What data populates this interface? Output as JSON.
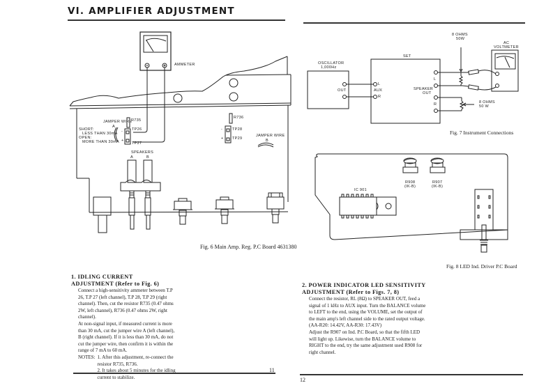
{
  "left_page": {
    "heading": "VI.  AMPLIFIER ADJUSTMENT",
    "fig6": {
      "labels": {
        "ammeter": "AMMETER",
        "jumper_wire_a": "JAMPER WIRE",
        "jumper_a_letter": "A",
        "r735": "R735",
        "short": "SHORT:",
        "less_than": "LESS THAN 30mA",
        "open": "OPEN:",
        "more_than": "MORE THAN 30mA",
        "tp26": "TP26",
        "tp27": "TP27",
        "minus": "-",
        "plus": "+",
        "speakers": "SPEAKERS",
        "speaker_a": "A",
        "speaker_b": "B",
        "r736": "R736",
        "tp28": "TP28",
        "tp29": "TP29",
        "jumper_wire_b": "JAMPER WIRE",
        "jumper_b_letter": "B"
      },
      "caption": "Fig. 6  Main Amp. Reg. P.C Board 4631380"
    },
    "section1": {
      "title": "1. IDLING CURRENT ADJUSTMENT (Refer to Fig. 6)",
      "paragraphs": [
        "Connect a high-sensitivity ammeter between T.P 26, T.P 27 (left channel), T.P 28, T.P 29 (right channel). Then, cut the resistor R735 (0.47 ohms 2W, left channel), R736 (0.47 ohms 2W, right channel).",
        "At non-signal input, if measured current is more than 30 mA, cut the jumper wire A (left channel), B (right channel). If it is less than 30 mA, do not cut the jumper wire, then confirm it is within the range of 7 mA to 60 mA."
      ],
      "notes_label": "NOTES:",
      "notes": [
        "1. After this adjustment, re-connect the resistor R735, R736.",
        "2. It takes about 5 minutes for the idling current to stabilize."
      ]
    },
    "page_number": "11"
  },
  "right_page": {
    "fig7": {
      "labels": {
        "oscillator": "OSCILLATOR",
        "oscillator_freq": "1,000Hz",
        "out": "OUT",
        "set": "SET",
        "aux": "AUX",
        "aux_l": "L",
        "aux_r": "R",
        "speaker_out_1": "SPEAKER",
        "speaker_out_2": "OUT",
        "spk_l": "L",
        "spk_r": "R",
        "load_top_1": "8 OHMS",
        "load_top_2": "50W",
        "load_right_1": "8 OHMS",
        "load_right_2": "50 W",
        "ac_voltmeter_1": "AC",
        "ac_voltmeter_2": "VOLTMETER"
      },
      "caption": "Fig. 7  Instrument Connections"
    },
    "fig8": {
      "labels": {
        "r908": "R908",
        "r908_val": "(IK-B)",
        "r907": "R907",
        "r907_val": "(IK-B)",
        "ic901": "IC 901"
      },
      "caption": "Fig. 8  LED Ind. Driver P.C Board"
    },
    "section2": {
      "title": "2. POWER INDICATOR LED SENSITIVITY ADJUSTMENT (Refer to Figs. 7, 8)",
      "paragraphs": [
        "Connect the resistor, RL (8Ω) to SPEAKER OUT, feed a signal of 1 kHz to AUX input. Turn the BALANCE volume to LEFT to the end, using the VOLUME, set the output of the main amp's left channel side to the rated output voltage.",
        "(AA-R20: 14.42V, AA-R30: 17.43V)",
        "Adjust the R907 on Ind. P.C Board, so that the fifth LED will light up. Likewise, turn the BALANCE volume to RIGHT to the end, try the same adjustment used R908 for right channel."
      ]
    },
    "page_number": "12"
  }
}
